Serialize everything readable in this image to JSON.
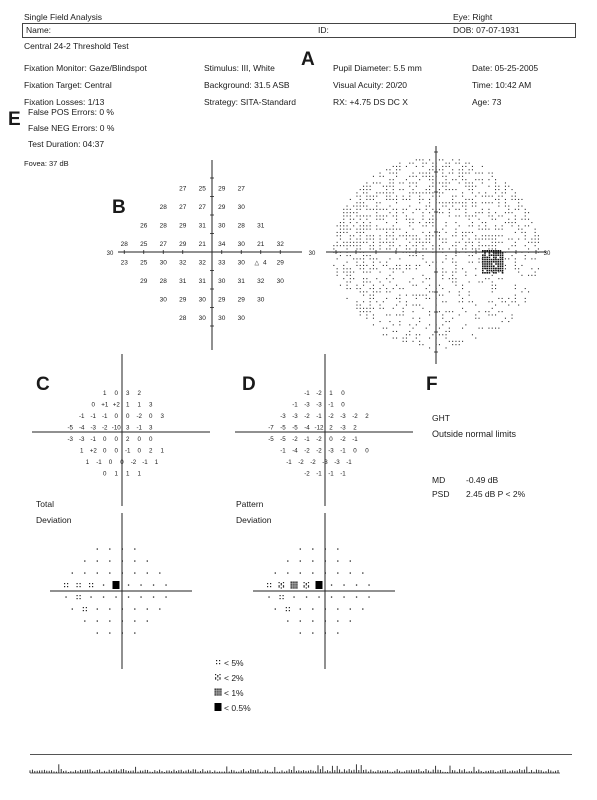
{
  "header": {
    "report_title": "Single Field Analysis",
    "eye": "Eye: Right",
    "name_label": "Name:",
    "id_label": "ID:",
    "dob": "DOB: 07-07-1931",
    "test_name": "Central 24-2 Threshold Test"
  },
  "info_col1": [
    "Fixation Monitor: Gaze/Blindspot",
    "Fixation Target: Central",
    "Fixation Losses: 1/13",
    "False POS Errors:  0 %",
    "False NEG Errors:  0 %",
    "Test Duration: 04:37",
    "Fovea: 37 dB"
  ],
  "info_col2": [
    "Stimulus: III, White",
    "Background: 31.5 ASB",
    "Strategy: SITA-Standard"
  ],
  "info_col3": [
    "Pupil Diameter: 5.5 mm",
    "Visual Acuity: 20/20",
    "RX: +4.75 DS     DC  X"
  ],
  "info_col4": [
    "Date: 05-25-2005",
    "Time: 10:42 AM",
    "Age: 73"
  ],
  "markers": {
    "A": "A",
    "B": "B",
    "C": "C",
    "D": "D",
    "E": "E",
    "F": "F"
  },
  "threshold_axis": {
    "left": "30",
    "right": "30"
  },
  "threshold_rows": [
    [
      "27",
      "25",
      "29",
      "27"
    ],
    [
      "28",
      "27",
      "27",
      "29",
      "30"
    ],
    [
      "26",
      "28",
      "29",
      "31",
      "30",
      "28",
      "31"
    ],
    [
      "28",
      "25",
      "27",
      "29",
      "21",
      "34",
      "30",
      "21",
      "32"
    ],
    [
      "23",
      "25",
      "30",
      "32",
      "32",
      "33",
      "30",
      "4",
      "29"
    ],
    [
      "29",
      "28",
      "31",
      "31",
      "30",
      "31",
      "32",
      "30"
    ],
    [
      "30",
      "29",
      "30",
      "29",
      "29",
      "30"
    ],
    [
      "28",
      "30",
      "30",
      "30"
    ]
  ],
  "total_dev_rows": [
    [
      "1",
      "0",
      "3",
      "2"
    ],
    [
      "0",
      "+1",
      "+2",
      "1",
      "1",
      "3"
    ],
    [
      "-1",
      "-1",
      "-1",
      "0",
      "0",
      "-2",
      "0",
      "3"
    ],
    [
      "-5",
      "-4",
      "-3",
      "-2",
      "-10",
      "3",
      "-1",
      "3"
    ],
    [
      "-3",
      "-3",
      "-1",
      "0",
      "0",
      "2",
      "0",
      "0"
    ],
    [
      "1",
      "+2",
      "0",
      "0",
      "-1",
      "0",
      "2",
      "1"
    ],
    [
      "1",
      "-1",
      "0",
      "0",
      "-2",
      "-1",
      "1"
    ],
    [
      "0",
      "1",
      "1",
      "1"
    ]
  ],
  "pattern_dev_rows": [
    [
      "-1",
      "-2",
      "1",
      "0"
    ],
    [
      "-1",
      "-3",
      "-3",
      "-1",
      "0"
    ],
    [
      "-3",
      "-3",
      "-2",
      "-1",
      "-2",
      "-3",
      "-2",
      "2"
    ],
    [
      "-7",
      "-5",
      "-5",
      "-4",
      "-12",
      "2",
      "-3",
      "2"
    ],
    [
      "-5",
      "-5",
      "-2",
      "-1",
      "-2",
      "0",
      "-2",
      "-1"
    ],
    [
      "-1",
      "-4",
      "-2",
      "-2",
      "-3",
      "-1",
      "0",
      "0"
    ],
    [
      "-1",
      "-2",
      "-2",
      "-3",
      "-3",
      "-1"
    ],
    [
      "-2",
      "-1",
      "-1",
      "-1"
    ]
  ],
  "total_dev_label": [
    "Total",
    "Deviation"
  ],
  "pattern_dev_label": [
    "Pattern",
    "Deviation"
  ],
  "ght": {
    "label": "GHT",
    "value": "Outside normal limits"
  },
  "indices": {
    "md_label": "MD",
    "md_value": "-0.49 dB",
    "psd_label": "PSD",
    "psd_value": "2.45 dB  P < 2%"
  },
  "legend": [
    "< 5%",
    "< 2%",
    "< 1%",
    "< 0.5%"
  ]
}
